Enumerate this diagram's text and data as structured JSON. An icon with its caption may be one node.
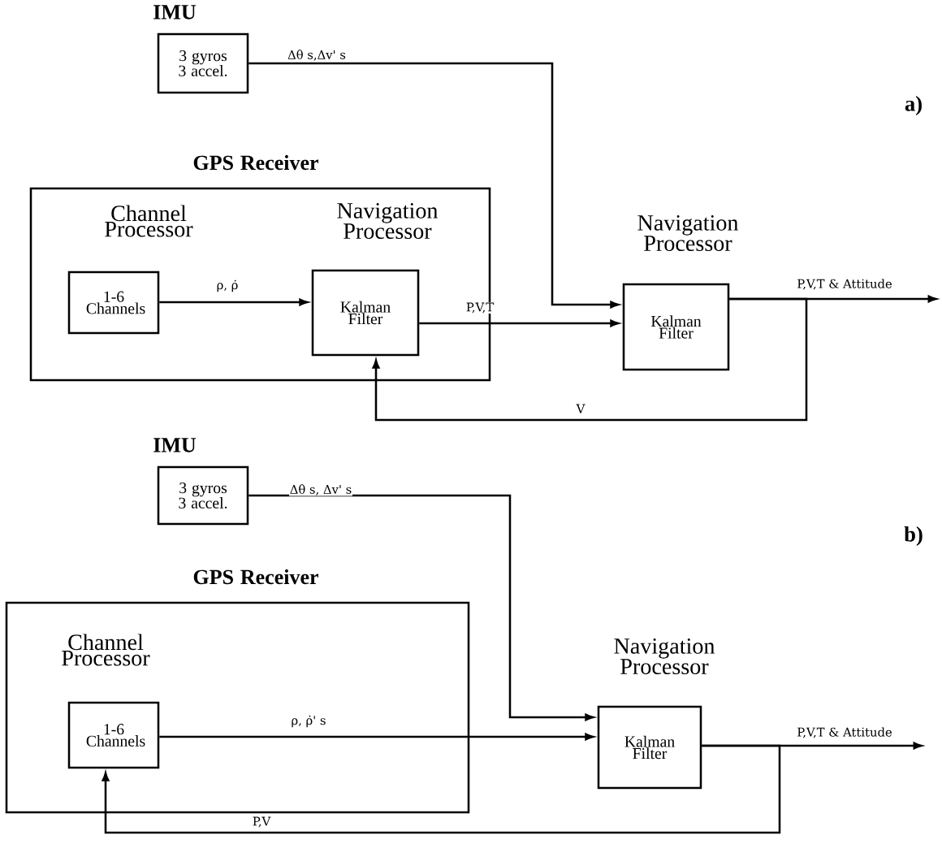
{
  "diagram": {
    "nodes": [
      {
        "text": [
          "IMU",
          "3 gyros 3 accel."
        ]
      },
      {
        "text": [
          "GPS Receiver"
        ]
      },
      {
        "text": [
          "Channel Processor",
          "1-6 Channels"
        ],
        "in": 1
      },
      {
        "text": [
          "Navigation Processor",
          "Kalman Filter"
        ],
        "in": 1
      },
      {
        "text": [
          "Navigation Processor",
          "Kalman Filter"
        ]
      },
      {
        "text": [
          "IMU",
          "3 gyros 3 accel."
        ]
      },
      {
        "text": [
          "GPS Receiver"
        ]
      },
      {
        "text": [
          "Channel Processor",
          "1-6 Channels"
        ],
        "in": 6
      },
      {
        "text": [
          "Navigation Processor",
          "Kalman Filter"
        ]
      }
    ],
    "edges": [
      {
        "from": 0,
        "to": 4,
        "arrow": "to",
        "label": "Δθ s,Δv' s"
      },
      {
        "from": 2,
        "to": 3,
        "arrow": "to",
        "label": "ρ, ρ̇"
      },
      {
        "from": 3,
        "to": 4,
        "arrow": "to",
        "label": "P,V,T"
      },
      {
        "from": 4,
        "to": null,
        "arrow": "to",
        "label": "P,V,T & Attitude"
      },
      {
        "from": 4,
        "to": 3,
        "arrow": "to",
        "label": "V"
      },
      {
        "from": 5,
        "to": 8,
        "arrow": "to",
        "label": "Δθ s, Δv' s"
      },
      {
        "from": 7,
        "to": 8,
        "arrow": "to",
        "label": "ρ, ρ̇' s"
      },
      {
        "from": 8,
        "to": null,
        "arrow": "to",
        "label": "P,V,T & Attitude"
      },
      {
        "from": 8,
        "to": 7,
        "arrow": "to",
        "label": "P,V"
      }
    ],
    "labels": [
      "a)",
      "b)"
    ]
  }
}
